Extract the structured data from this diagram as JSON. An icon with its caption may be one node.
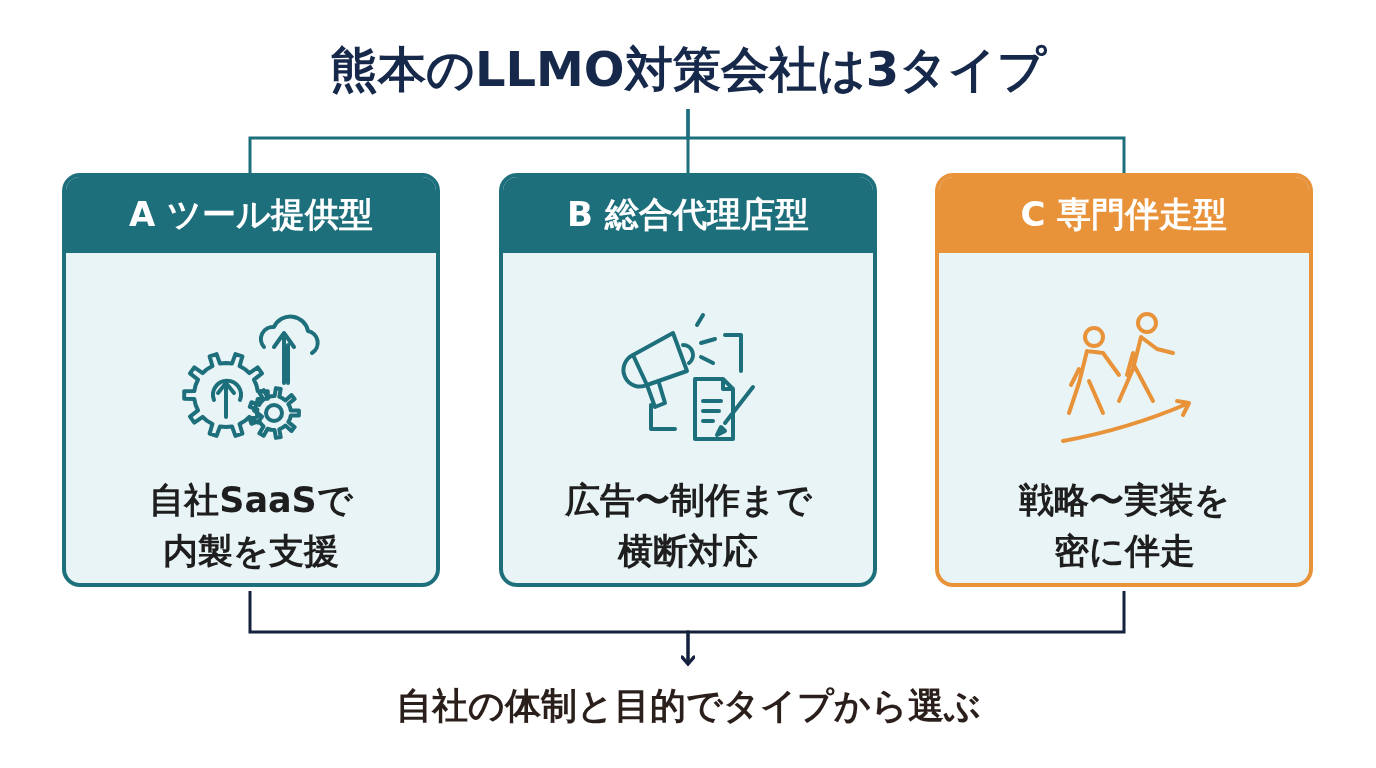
{
  "diagram": {
    "nodes": [
      {
        "text": [
          "熊本のLLMO対策会社は3タイプ"
        ]
      },
      {
        "text": [
          "A ツール提供型",
          "自社SaaSで内製を支援"
        ]
      },
      {
        "text": [
          "B 総合代理店型",
          "広告〜制作まで横断対応"
        ]
      },
      {
        "text": [
          "C 専門伴走型",
          "戦略〜実装を密に伴走"
        ]
      },
      {
        "text": [
          "自社の体制と目的でタイプから選ぶ"
        ]
      }
    ],
    "edges": [
      {
        "from": 0,
        "to": 1,
        "arrow": "none"
      },
      {
        "from": 0,
        "to": 2,
        "arrow": "none"
      },
      {
        "from": 0,
        "to": 3,
        "arrow": "none"
      },
      {
        "from": 1,
        "to": 4,
        "arrow": "to",
        "color": "#14213d"
      },
      {
        "from": 3,
        "to": 4,
        "arrow": "to",
        "color": "#14213d"
      }
    ]
  }
}
